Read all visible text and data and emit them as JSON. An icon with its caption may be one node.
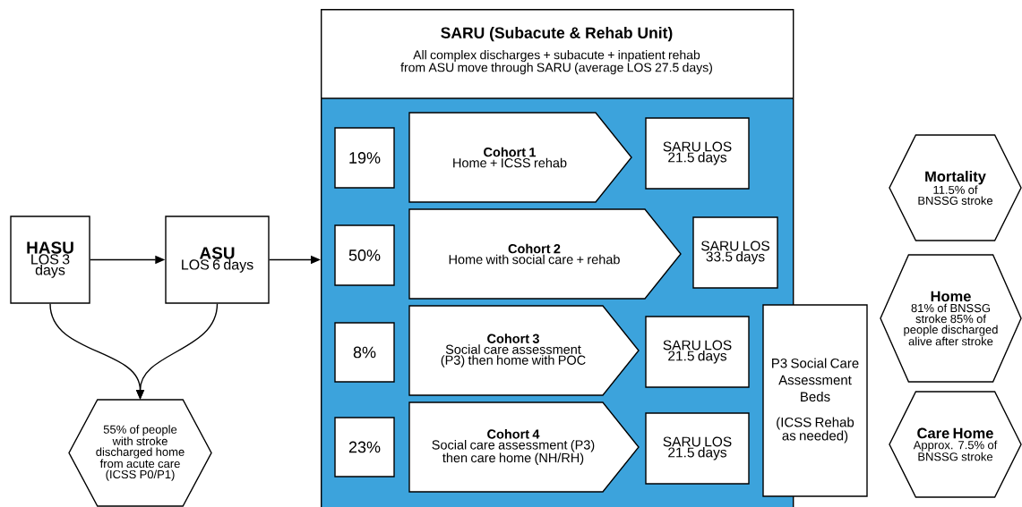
{
  "diagram": {
    "nodes": [
      {
        "text": [
          "HASU",
          "LOS 3 days"
        ]
      },
      {
        "text": [
          "ASU",
          "LOS 6 days"
        ]
      },
      {
        "text": [
          "55% of people with stroke discharged home from acute care (ICSS P0/P1)"
        ]
      },
      {
        "text": [
          "SARU (Subacute & Rehab Unit)",
          "All complex discharges + subacute + inpatient rehab from ASU move through SARU (average LOS 27.5 days)"
        ]
      },
      {
        "text": [
          "19%"
        ],
        "in": 3
      },
      {
        "text": [
          "Cohort 1",
          "Home + ICSS rehab"
        ],
        "in": 3
      },
      {
        "text": [
          "SARU LOS 21.5 days"
        ],
        "in": 3
      },
      {
        "text": [
          "50%"
        ],
        "in": 3
      },
      {
        "text": [
          "Cohort 2",
          "Home with social care + rehab"
        ],
        "in": 3
      },
      {
        "text": [
          "SARU LOS 33.5 days"
        ],
        "in": 3
      },
      {
        "text": [
          "8%"
        ],
        "in": 3
      },
      {
        "text": [
          "Cohort 3",
          "Social care assessment (P3) then home with POC"
        ],
        "in": 3
      },
      {
        "text": [
          "SARU LOS 21.5 days"
        ],
        "in": 3
      },
      {
        "text": [
          "23%"
        ],
        "in": 3
      },
      {
        "text": [
          "Cohort 4",
          "Social care assessment (P3) then care home (NH/RH)"
        ],
        "in": 3
      },
      {
        "text": [
          "SARU LOS 21.5 days"
        ],
        "in": 3
      },
      {
        "text": [
          "P3 Social Care Assessment Beds",
          "(ICSS Rehab as needed)"
        ]
      },
      {
        "text": [
          "Mortality",
          "11.5% of BNSSG stroke"
        ]
      },
      {
        "text": [
          "Home",
          "81% of BNSSG stroke 85% of people discharged alive after stroke"
        ]
      },
      {
        "text": [
          "Care Home",
          "Approx. 7.5% of BNSSG stroke"
        ]
      }
    ],
    "edges": [
      {
        "from": 0,
        "to": 1,
        "arrow": "to"
      },
      {
        "from": 1,
        "to": 3,
        "arrow": "to"
      },
      {
        "from": 0,
        "to": 2,
        "arrow": "to"
      },
      {
        "from": 1,
        "to": 2,
        "arrow": "to"
      }
    ]
  }
}
